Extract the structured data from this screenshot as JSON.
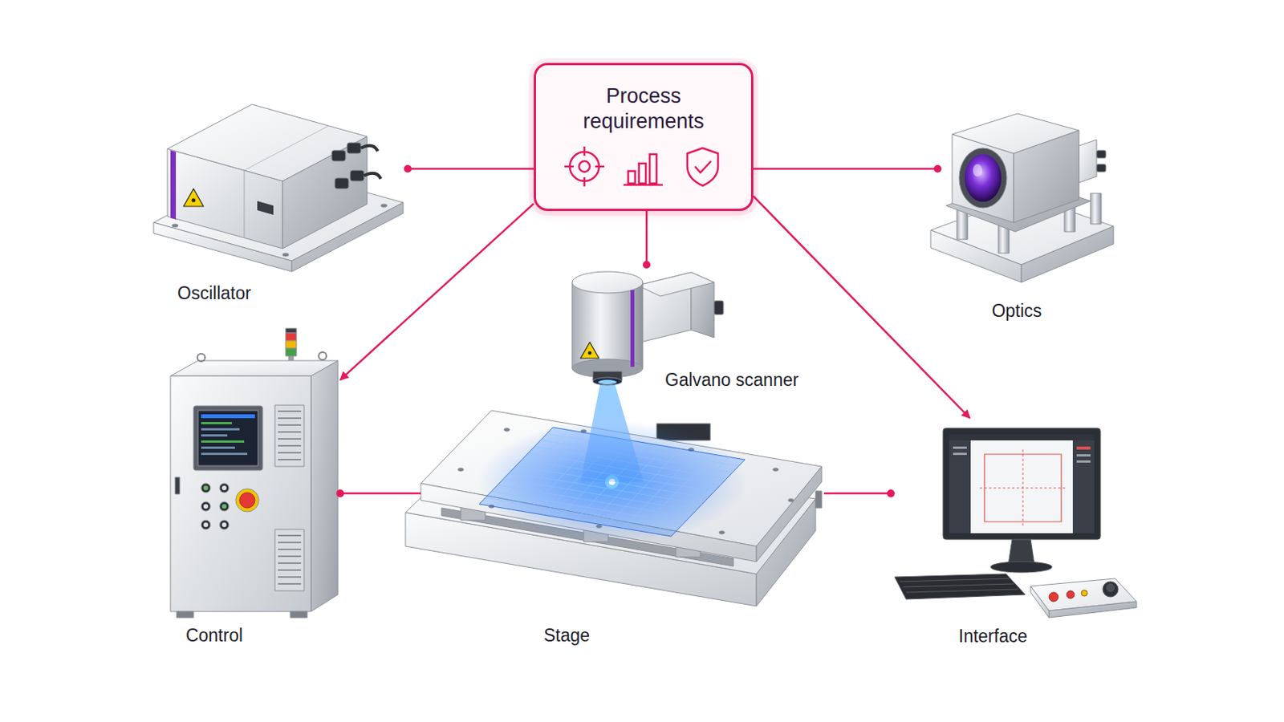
{
  "diagram": {
    "nodes": [
      {
        "text": [
          "Process requirements"
        ]
      },
      {
        "text": [
          "Oscillator"
        ]
      },
      {
        "text": [
          "Optics"
        ]
      },
      {
        "text": [
          "Galvano scanner"
        ]
      },
      {
        "text": [
          "Control"
        ]
      },
      {
        "text": [
          "Stage"
        ]
      },
      {
        "text": [
          "Interface"
        ]
      }
    ],
    "edges": [
      {
        "from": 0,
        "to": 1,
        "arrow": "to"
      },
      {
        "from": 0,
        "to": 2,
        "arrow": "to"
      },
      {
        "from": 0,
        "to": 3,
        "arrow": "to"
      },
      {
        "from": 0,
        "to": 4,
        "arrow": "to"
      },
      {
        "from": 0,
        "to": 6,
        "arrow": "to"
      },
      {
        "from": 5,
        "to": 4,
        "arrow": "to"
      },
      {
        "from": 5,
        "to": 6,
        "arrow": "to"
      }
    ]
  }
}
